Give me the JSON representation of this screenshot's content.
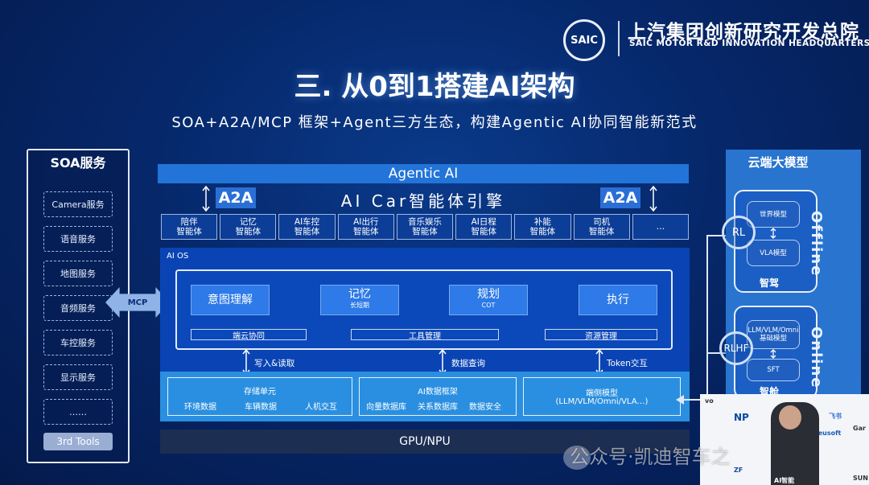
{
  "header": {
    "logo_mark": "SAIC",
    "logo_cn": "上汽集团创新研究开发总院",
    "logo_en": "SAIC MOTOR R&D INNOVATION HEADQUARTERS",
    "title": "三. 从0到1搭建AI架构",
    "subtitle": "SOA+A2A/MCP 框架+Agent三方生态，构建Agentic AI协同智能新范式"
  },
  "soa": {
    "title": "SOA服务",
    "items": [
      "Camera服务",
      "语音服务",
      "地图服务",
      "音频服务",
      "车控服务",
      "显示服务",
      "……"
    ],
    "tools": "3rd Tools"
  },
  "mcp_label": "MCP",
  "agentic": {
    "title": "Agentic AI",
    "engine": "AI Car智能体引擎",
    "a2a_left": "A2A",
    "a2a_right": "A2A",
    "agents": [
      [
        "陪伴",
        "智能体"
      ],
      [
        "记忆",
        "智能体"
      ],
      [
        "AI车控",
        "智能体"
      ],
      [
        "AI出行",
        "智能体"
      ],
      [
        "音乐娱乐",
        "智能体"
      ],
      [
        "AI日程",
        "智能体"
      ],
      [
        "补能",
        "智能体"
      ],
      [
        "司机",
        "智能体"
      ],
      [
        "…",
        ""
      ]
    ]
  },
  "aios": {
    "label": "AI OS",
    "modules": [
      {
        "name": "意图理解",
        "sub": ""
      },
      {
        "name": "记忆",
        "sub": "长短期"
      },
      {
        "name": "规划",
        "sub": "COT"
      },
      {
        "name": "执行",
        "sub": ""
      }
    ],
    "tools": [
      "端云协同",
      "工具管理",
      "资源管理"
    ],
    "links": [
      "写入&读取",
      "数据查询",
      "Token交互"
    ]
  },
  "data_layer": {
    "storage_title": "存储单元",
    "storage_items": [
      "环境数据",
      "车辆数据",
      "人机交互"
    ],
    "db_title": "AI数据框架",
    "db_items": [
      "向量数据库",
      "关系数据库",
      "数据安全"
    ],
    "model_title": "端侧模型",
    "model_sub": "(LLM/VLM/Omni/VLA…)"
  },
  "gpu": "GPU/NPU",
  "cloud": {
    "title": "云端大模型",
    "offline": {
      "label": "Offline",
      "loop": "RL",
      "models": [
        "世界模型",
        "VLA模型"
      ],
      "caption": "智驾"
    },
    "online": {
      "label": "Online",
      "loop": "RLHF",
      "models": [
        "LLM/VLM/Omni\n基础模型",
        "SFT"
      ],
      "caption": "智舱"
    }
  },
  "overlay": {
    "watermark": "公众号·凯迪智车之",
    "logos": [
      "vo",
      "NP",
      "Neusoft",
      "飞书",
      "Gar",
      "SUN",
      "ZF",
      "AI智能"
    ]
  },
  "colors": {
    "bg": "#06286b",
    "agentic_bar": "#2274d8",
    "aios": "#0a44b4",
    "module": "#2d7ae8",
    "data_layer": "#2a8fe0",
    "cloud": "#2874cf",
    "gpu": "#1c2e52"
  }
}
